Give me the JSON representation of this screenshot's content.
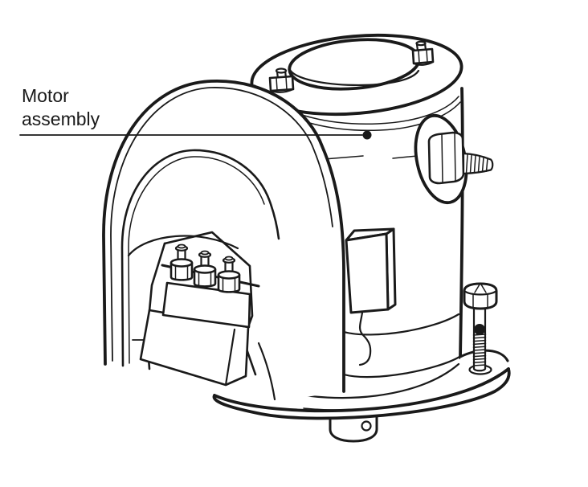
{
  "figure": {
    "type": "technical-line-drawing",
    "label": {
      "text": "Motor assembly",
      "line1": "Motor",
      "line2": "assembly"
    },
    "colors": {
      "background": "#ffffff",
      "line": "#1a1a1a"
    }
  }
}
